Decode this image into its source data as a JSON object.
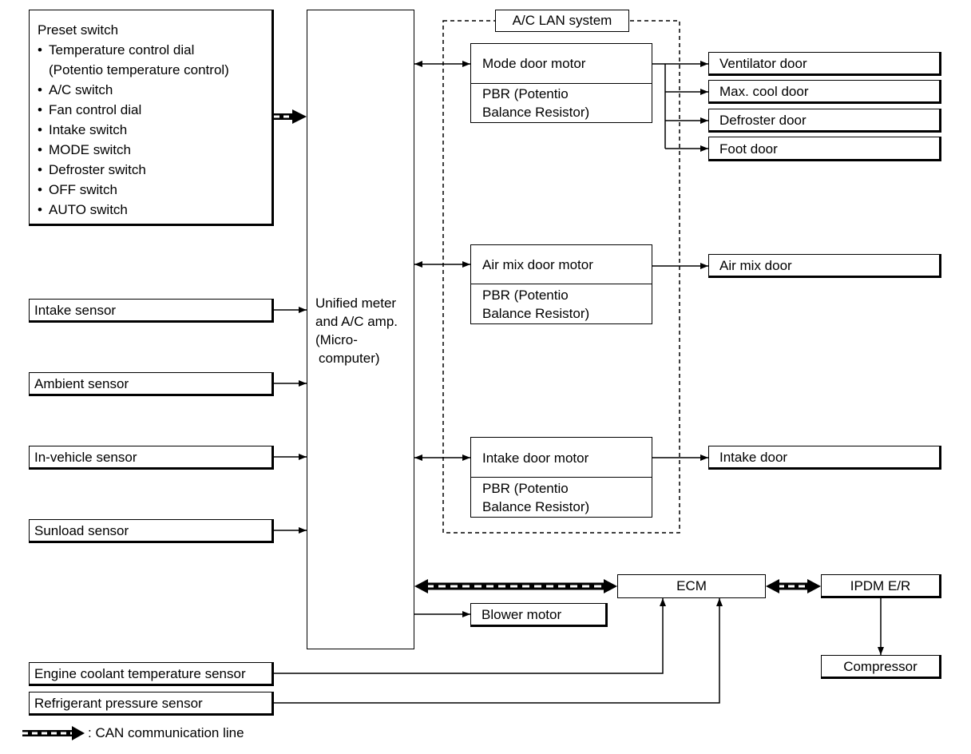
{
  "preset": {
    "title": "Preset switch",
    "items": [
      "Temperature control dial",
      "(Potentio temperature control)",
      "A/C switch",
      "Fan control dial",
      "Intake switch",
      "MODE switch",
      "Defroster switch",
      "OFF switch",
      "AUTO switch"
    ]
  },
  "sensors": {
    "intake": "Intake sensor",
    "ambient": "Ambient sensor",
    "in_vehicle": "In-vehicle sensor",
    "sunload": "Sunload sensor",
    "engine_coolant": "Engine coolant temperature sensor",
    "refrigerant": "Refrigerant pressure sensor"
  },
  "amp": {
    "line1": "Unified meter",
    "line2": "and A/C amp.",
    "line3": "(Micro-",
    "line4": "computer)"
  },
  "lan": {
    "title": "A/C LAN system",
    "mode_motor": "Mode door motor",
    "air_mix_motor": "Air mix door motor",
    "intake_motor": "Intake door motor",
    "pbr_line1": "PBR (Potentio",
    "pbr_line2": "Balance Resistor)"
  },
  "doors": {
    "ventilator": "Ventilator door",
    "max_cool": "Max. cool door",
    "defroster": "Defroster door",
    "foot": "Foot door",
    "air_mix": "Air mix door",
    "intake": "Intake door"
  },
  "outputs": {
    "blower": "Blower motor",
    "ecm": "ECM",
    "ipdm": "IPDM E/R",
    "compressor": "Compressor"
  },
  "legend": {
    "can_line": ": CAN communication line"
  }
}
